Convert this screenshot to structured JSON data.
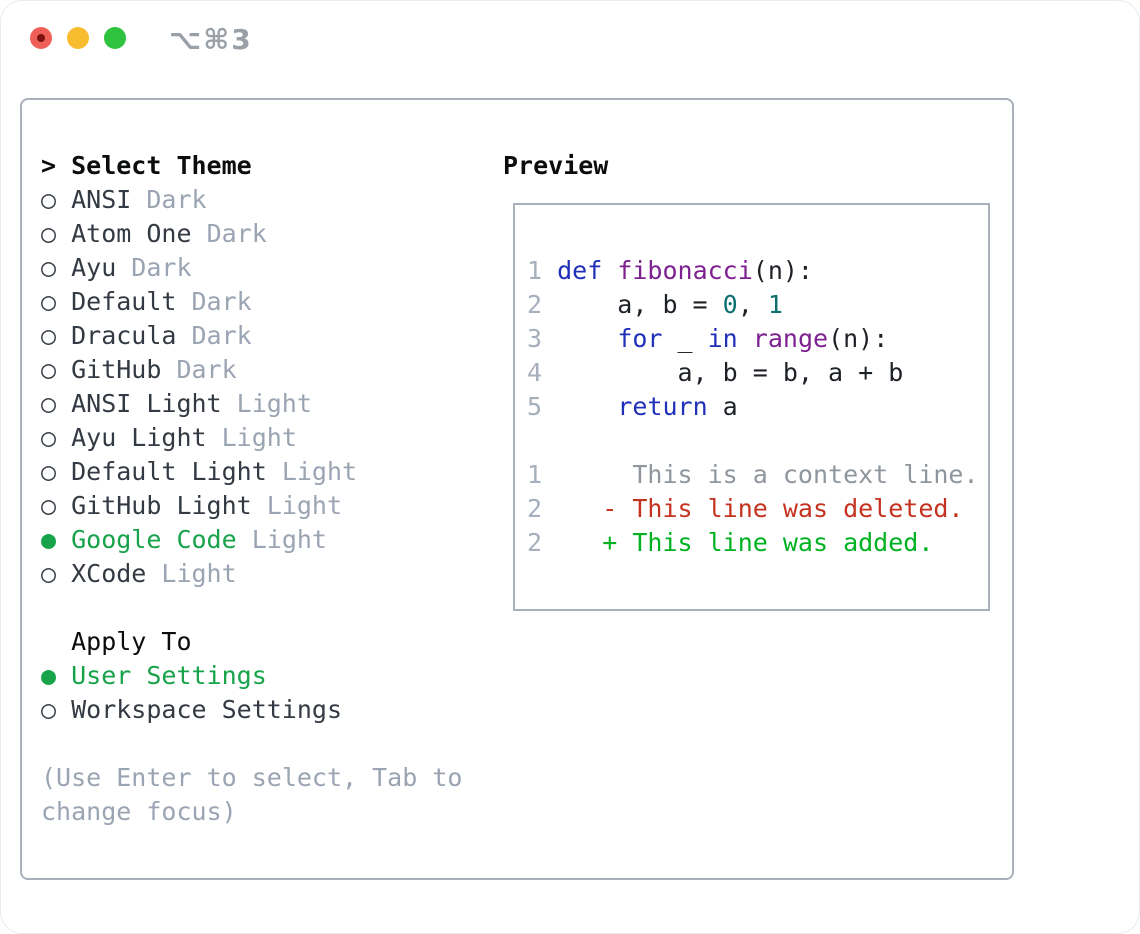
{
  "window": {
    "title": "⌥⌘3"
  },
  "colors": {
    "accent_green": "#17a34a",
    "diff_added": "#00b221",
    "diff_deleted": "#c53220",
    "diff_context": "#8f969e",
    "keyword_blue": "#2030b8",
    "function_purple": "#7d2090",
    "literal_teal": "#0e6f6f",
    "muted_gray": "#9aa4b2",
    "text_dark": "#343a43",
    "border_gray": "#a9b0bb",
    "traffic_red": "#f05f57",
    "traffic_yellow": "#f8bd2e",
    "traffic_green": "#2ec23e"
  },
  "theme_picker": {
    "header_prefix": ">",
    "header": "Select Theme",
    "themes": [
      {
        "bullet": "○",
        "name": "ANSI",
        "variant": "Dark",
        "selected": false
      },
      {
        "bullet": "○",
        "name": "Atom One",
        "variant": "Dark",
        "selected": false
      },
      {
        "bullet": "○",
        "name": "Ayu",
        "variant": "Dark",
        "selected": false
      },
      {
        "bullet": "○",
        "name": "Default",
        "variant": "Dark",
        "selected": false
      },
      {
        "bullet": "○",
        "name": "Dracula",
        "variant": "Dark",
        "selected": false
      },
      {
        "bullet": "○",
        "name": "GitHub",
        "variant": "Dark",
        "selected": false
      },
      {
        "bullet": "○",
        "name": "ANSI Light",
        "variant": "Light",
        "selected": false
      },
      {
        "bullet": "○",
        "name": "Ayu Light",
        "variant": "Light",
        "selected": false
      },
      {
        "bullet": "○",
        "name": "Default Light",
        "variant": "Light",
        "selected": false
      },
      {
        "bullet": "○",
        "name": "GitHub Light",
        "variant": "Light",
        "selected": false
      },
      {
        "bullet": "●",
        "name": "Google Code",
        "variant": "Light",
        "selected": true
      },
      {
        "bullet": "○",
        "name": "XCode",
        "variant": "Light",
        "selected": false
      }
    ],
    "apply_to": {
      "header": "Apply To",
      "options": [
        {
          "bullet": "●",
          "name": "User Settings",
          "selected": true
        },
        {
          "bullet": "○",
          "name": "Workspace Settings",
          "selected": false
        }
      ]
    },
    "help_line1": "(Use Enter to select, Tab to",
    "help_line2": "change focus)"
  },
  "preview": {
    "header": "Preview",
    "code_lines": [
      {
        "num": "1",
        "tokens": {
          "t0": "def ",
          "t1": "fibonacci",
          "t2": "(n):"
        }
      },
      {
        "num": "2",
        "tokens": {
          "t0": "    a, b = ",
          "t1": "0",
          "t2": ", ",
          "t3": "1"
        }
      },
      {
        "num": "3",
        "tokens": {
          "t0": "    ",
          "t1": "for",
          "t2": " _ ",
          "t3": "in",
          "t4": " ",
          "t5": "range",
          "t6": "(n):"
        }
      },
      {
        "num": "4",
        "tokens": {
          "t0": "        a, b = b, a + b"
        }
      },
      {
        "num": "5",
        "tokens": {
          "t0": "    ",
          "t1": "return",
          "t2": " a"
        }
      }
    ],
    "diff_lines": [
      {
        "num": "1",
        "type": "context",
        "text": "     This is a context line."
      },
      {
        "num": "2",
        "type": "deleted",
        "text": "   - This line was deleted."
      },
      {
        "num": "2",
        "type": "added",
        "text": "   + This line was added."
      }
    ]
  }
}
